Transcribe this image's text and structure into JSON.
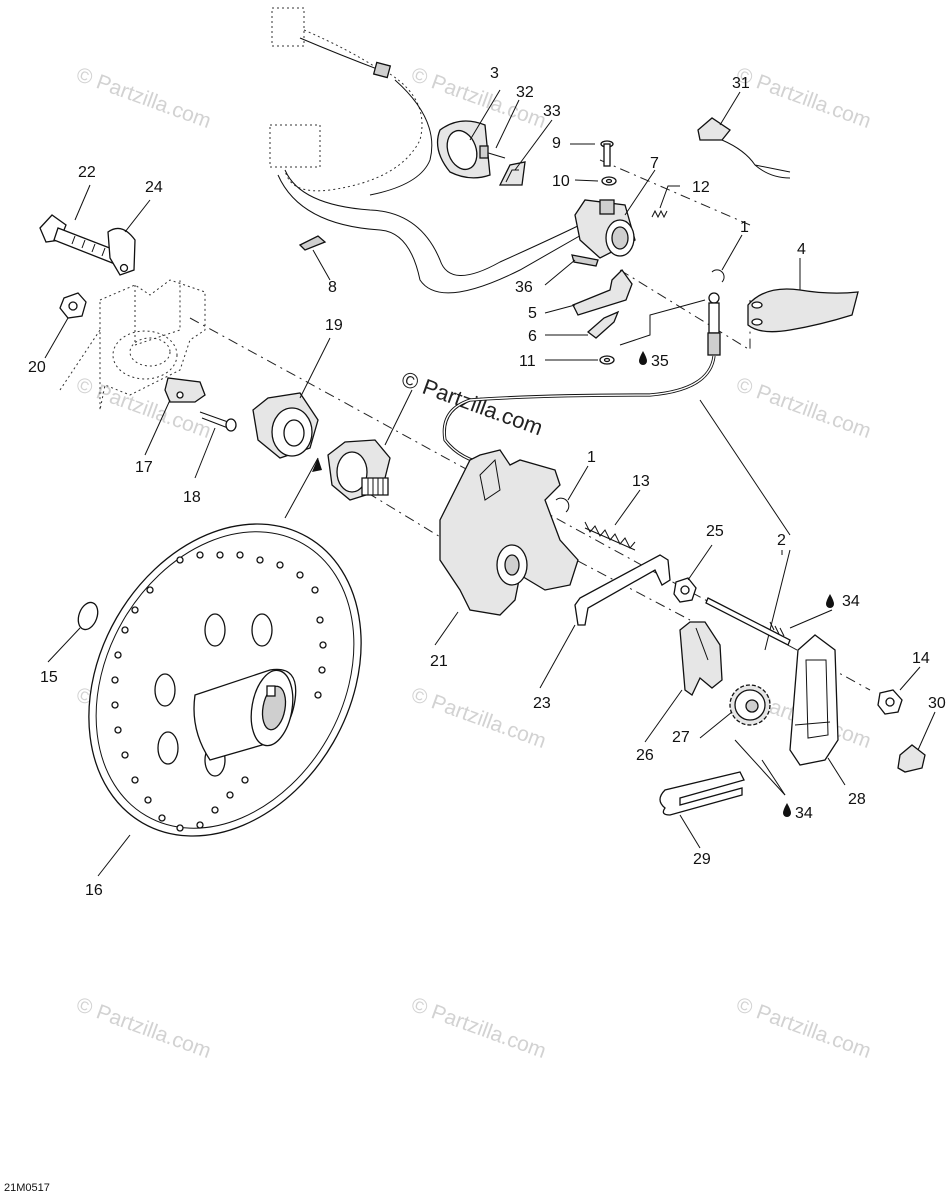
{
  "watermark": {
    "text": "© Partzilla.com",
    "main_text": "© Partzilla.com"
  },
  "diagram_code": "21M0517",
  "callouts": {
    "c1a": "1",
    "c1b": "1",
    "c2": "2",
    "c3": "3",
    "c4": "4",
    "c5": "5",
    "c6": "6",
    "c7": "7",
    "c8": "8",
    "c9": "9",
    "c10": "10",
    "c11": "11",
    "c12": "12",
    "c13": "13",
    "c14": "14",
    "c15": "15",
    "c16": "16",
    "c17": "17",
    "c18": "18",
    "c19": "19",
    "c20": "20",
    "c21": "21",
    "c22": "22",
    "c23": "23",
    "c24": "24",
    "c25": "25",
    "c26": "26",
    "c27": "27",
    "c28": "28",
    "c29": "29",
    "c30": "30",
    "c31": "31",
    "c32": "32",
    "c33": "33",
    "c34a": "34",
    "c34b": "34",
    "c35": "35",
    "c36": "36"
  },
  "icons": {
    "lubricant": "droplet-icon"
  }
}
